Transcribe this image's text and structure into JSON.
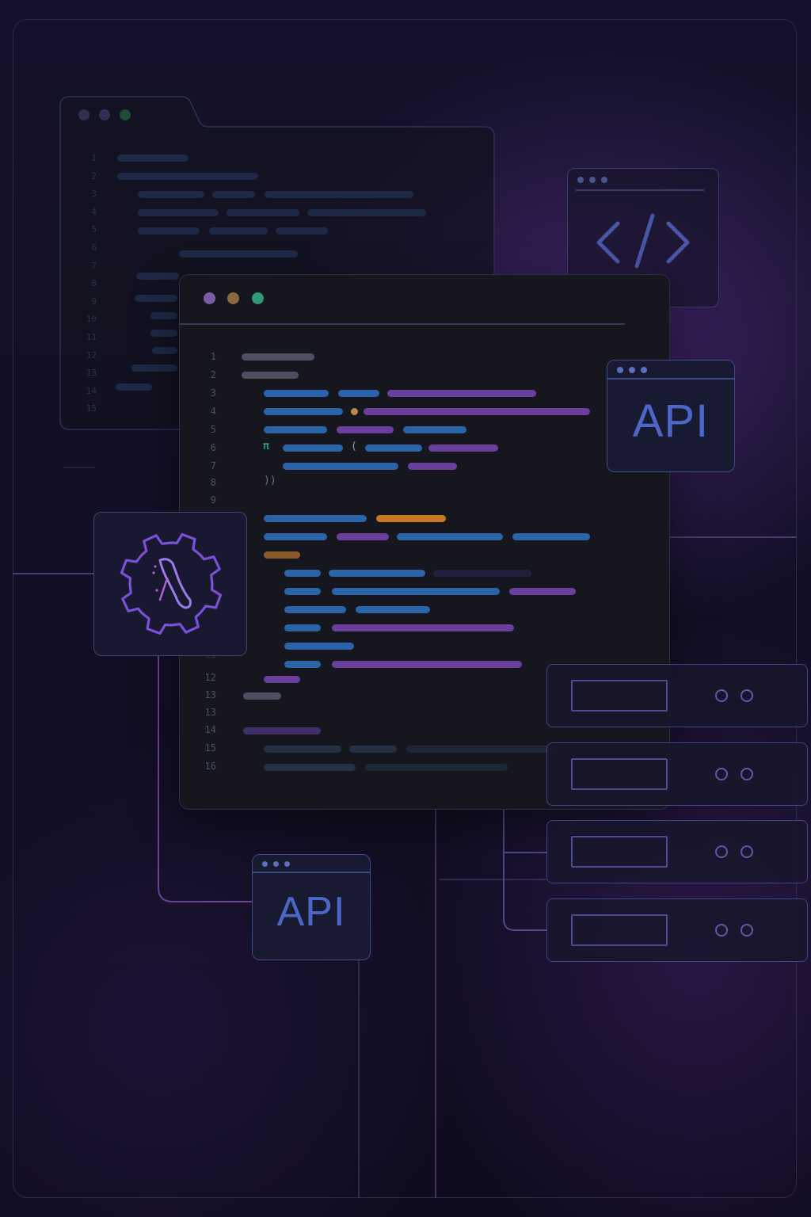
{
  "colors": {
    "background": "#13112a",
    "panel": "#16151f",
    "outline": "#3d3f78",
    "accent_purple": "#8b5cf6",
    "accent_blue": "#3b82f6",
    "accent_orange": "#d97706",
    "accent_green": "#34d399",
    "api_text": "#4d67c8"
  },
  "api_badges": [
    {
      "label": "API"
    },
    {
      "label": "API"
    }
  ],
  "code_window": {
    "line_numbers": [
      "1",
      "2",
      "3",
      "4",
      "5",
      "6",
      "7",
      "8",
      "9",
      "",
      "",
      "",
      "",
      "",
      "",
      "",
      "",
      "12",
      "13",
      "13",
      "14",
      "15",
      "16"
    ],
    "glyphs": {
      "bracket": "))",
      "paren": "(",
      "marker": "π"
    }
  },
  "back_window": {
    "line_numbers": [
      "1",
      "2",
      "3",
      "4",
      "5",
      "6",
      "7",
      "8",
      "9",
      "10",
      "11",
      "12",
      "13",
      "14",
      "15"
    ]
  },
  "icons": {
    "code_brackets": "code-brackets-icon",
    "settings_gear": "gear-wrench-icon",
    "server_rack": "server-rack-icon"
  },
  "server_rack": {
    "unit_count": 4
  }
}
